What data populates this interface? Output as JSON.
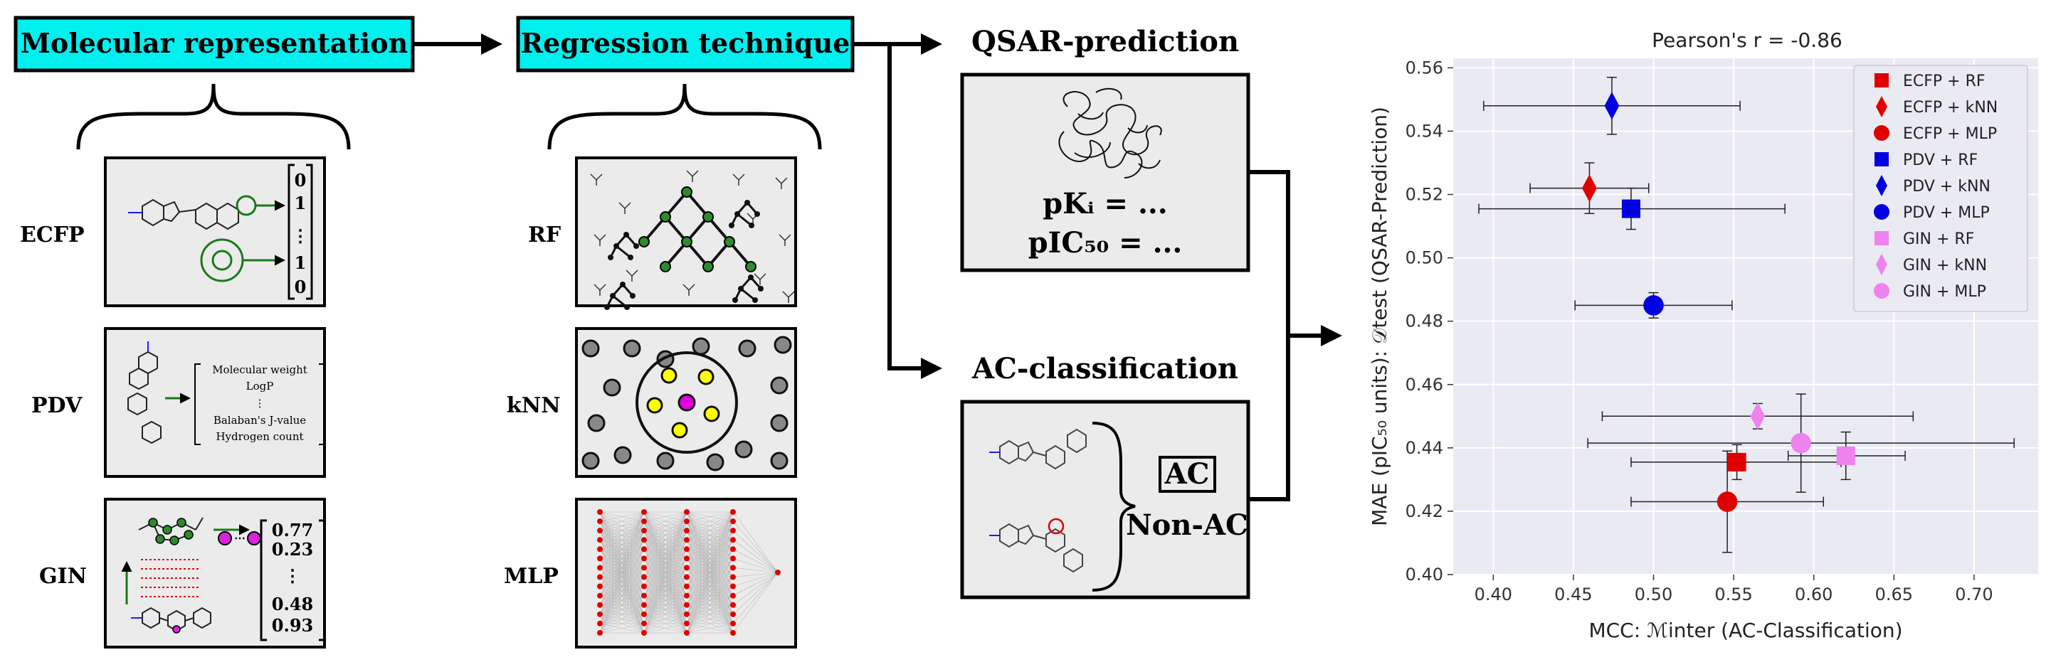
{
  "headers": {
    "mol_rep": "Molecular representation",
    "regression": "Regression technique",
    "qsar": "QSAR-prediction",
    "ac": "AC-classification"
  },
  "row_labels": {
    "ecfp": "ECFP",
    "pdv": "PDV",
    "gin": "GIN",
    "rf": "RF",
    "knn": "kNN",
    "mlp": "MLP"
  },
  "ecfp_vector": [
    "0",
    "1",
    "⋮",
    "1",
    "0"
  ],
  "pdv_features": [
    "Molecular weight",
    "LogP",
    "⋮",
    "Balaban's J-value",
    "Hydrogen count"
  ],
  "gin_vector": [
    "0.77",
    "0.23",
    "⋮",
    "0.48",
    "0.93"
  ],
  "qsar_box": {
    "line1": "pKᵢ = ...",
    "line2": "pIC₅₀ = ..."
  },
  "ac_box": {
    "ac": "AC",
    "nonac": "Non-AC"
  },
  "colors": {
    "cyan": "#00f0f0",
    "panel": "#ebebeb",
    "red": "#e00000",
    "blue": "#0000e0",
    "pink": "#ee82ee",
    "green": "#1a7a1a",
    "plotbg": "#eaeaf2"
  },
  "chart_data": {
    "type": "scatter",
    "title": "Pearson's r = -0.86",
    "xlabel": "MCC: ℳinter (AC-Classification)",
    "ylabel": "MAE (pIC₅₀ units): 𝒟test (QSAR-Prediction)",
    "xlim": [
      0.375,
      0.74
    ],
    "ylim": [
      0.4,
      0.563
    ],
    "xticks": [
      0.4,
      0.45,
      0.5,
      0.55,
      0.6,
      0.65,
      0.7
    ],
    "yticks": [
      0.4,
      0.42,
      0.44,
      0.46,
      0.48,
      0.5,
      0.52,
      0.54,
      0.56
    ],
    "grid": true,
    "legend_position": "top-right",
    "series": [
      {
        "name": "ECFP + RF",
        "color": "#e00000",
        "marker": "square",
        "x": 0.552,
        "y": 0.4355,
        "xerr": [
          0.486,
          0.617
        ],
        "yerr": [
          0.43,
          0.441
        ]
      },
      {
        "name": "ECFP + kNN",
        "color": "#e00000",
        "marker": "diamond",
        "x": 0.46,
        "y": 0.522,
        "xerr": [
          0.423,
          0.497
        ],
        "yerr": [
          0.514,
          0.53
        ]
      },
      {
        "name": "ECFP + MLP",
        "color": "#e00000",
        "marker": "circle",
        "x": 0.546,
        "y": 0.423,
        "xerr": [
          0.486,
          0.606
        ],
        "yerr": [
          0.407,
          0.439
        ]
      },
      {
        "name": "PDV + RF",
        "color": "#0000e0",
        "marker": "square",
        "x": 0.486,
        "y": 0.5155,
        "xerr": [
          0.391,
          0.582
        ],
        "yerr": [
          0.509,
          0.522
        ]
      },
      {
        "name": "PDV + kNN",
        "color": "#0000e0",
        "marker": "diamond",
        "x": 0.474,
        "y": 0.548,
        "xerr": [
          0.394,
          0.554
        ],
        "yerr": [
          0.539,
          0.557
        ]
      },
      {
        "name": "PDV + MLP",
        "color": "#0000e0",
        "marker": "circle",
        "x": 0.5,
        "y": 0.485,
        "xerr": [
          0.451,
          0.549
        ],
        "yerr": [
          0.481,
          0.489
        ]
      },
      {
        "name": "GIN + RF",
        "color": "#ee82ee",
        "marker": "square",
        "x": 0.62,
        "y": 0.4375,
        "xerr": [
          0.584,
          0.657
        ],
        "yerr": [
          0.43,
          0.445
        ]
      },
      {
        "name": "GIN + kNN",
        "color": "#ee82ee",
        "marker": "diamond",
        "x": 0.565,
        "y": 0.45,
        "xerr": [
          0.468,
          0.662
        ],
        "yerr": [
          0.446,
          0.454
        ]
      },
      {
        "name": "GIN + MLP",
        "color": "#ee82ee",
        "marker": "circle",
        "x": 0.592,
        "y": 0.4415,
        "xerr": [
          0.459,
          0.725
        ],
        "yerr": [
          0.426,
          0.457
        ]
      }
    ]
  }
}
